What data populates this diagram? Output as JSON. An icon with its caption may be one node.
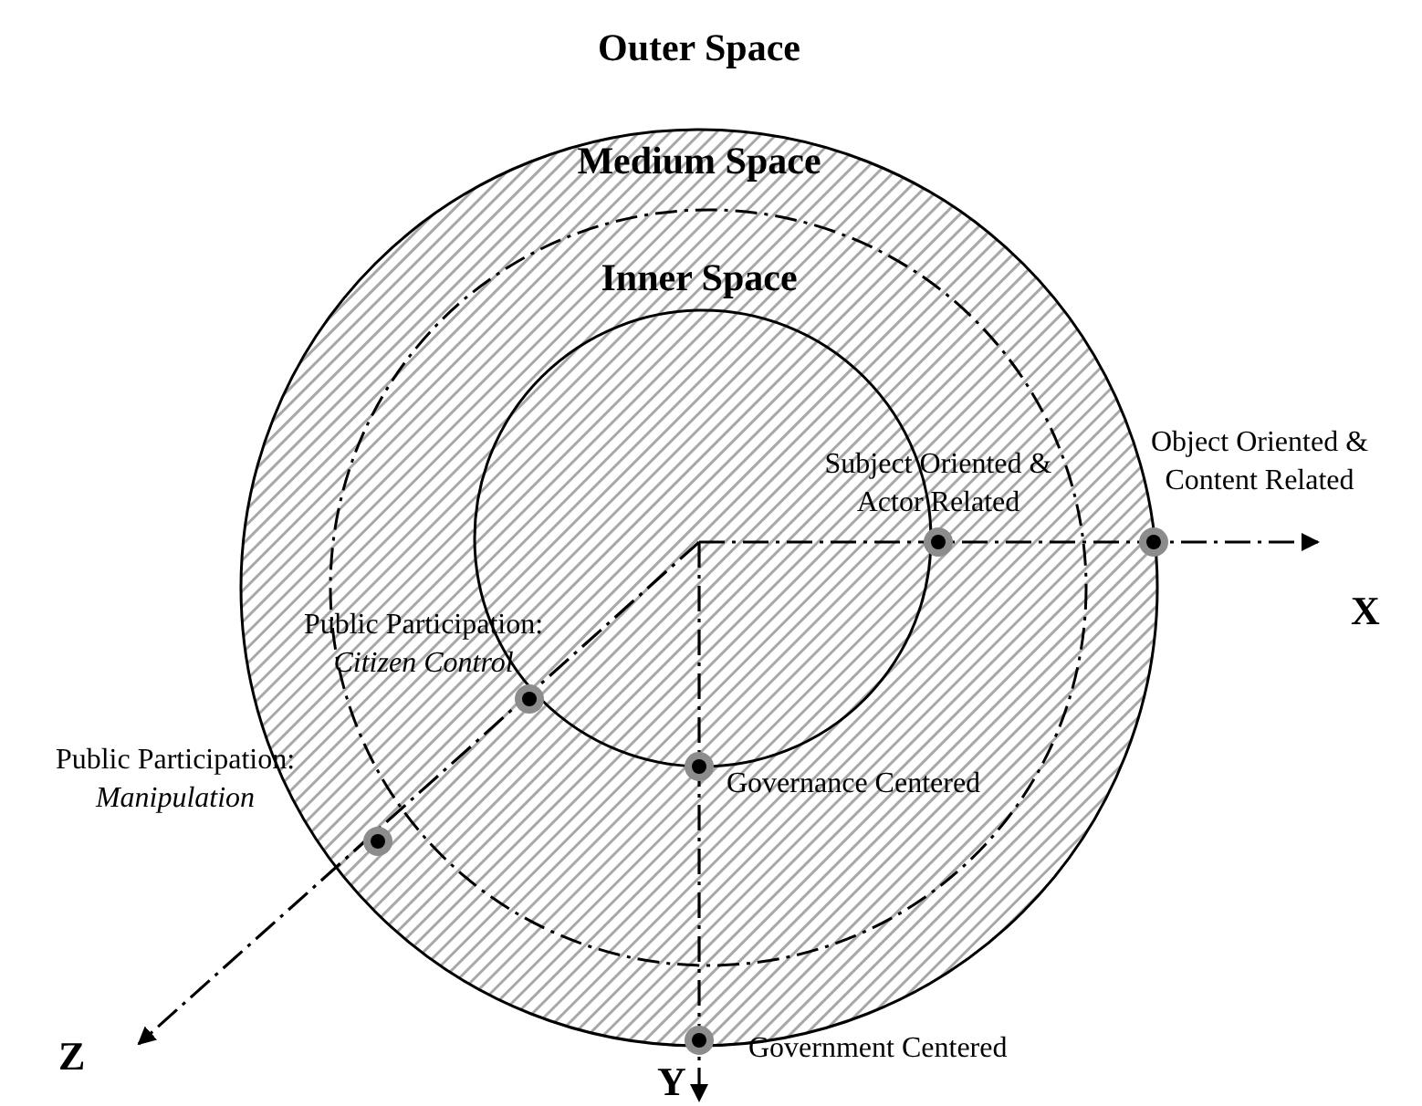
{
  "diagram": {
    "nodes": [
      {
        "text": [
          "Medium Space"
        ]
      },
      {
        "text": [
          "Inner Space"
        ],
        "in": 0
      },
      {
        "text": [],
        "shape": "circle",
        "in": 1
      },
      {
        "text": [],
        "shape": "circle",
        "in": 1,
        "beside": [
          "Subject Oriented & Actor Related"
        ]
      },
      {
        "text": [],
        "shape": "circle",
        "beside": [
          "Object Oriented & Content Related"
        ]
      },
      {
        "text": [],
        "shape": "circle",
        "in": 1,
        "beside": [
          "Public Participation: *Citizen Control*"
        ]
      },
      {
        "text": [],
        "shape": "circle",
        "in": 1,
        "beside": [
          "Governance Centered"
        ]
      },
      {
        "text": [],
        "shape": "circle",
        "in": 0,
        "beside": [
          "Public Participation: *Manipulation*"
        ]
      },
      {
        "text": [],
        "shape": "circle",
        "beside": [
          "Government Centered"
        ]
      }
    ],
    "labels": [
      "Outer Space",
      "X",
      "Z",
      "Y"
    ]
  }
}
